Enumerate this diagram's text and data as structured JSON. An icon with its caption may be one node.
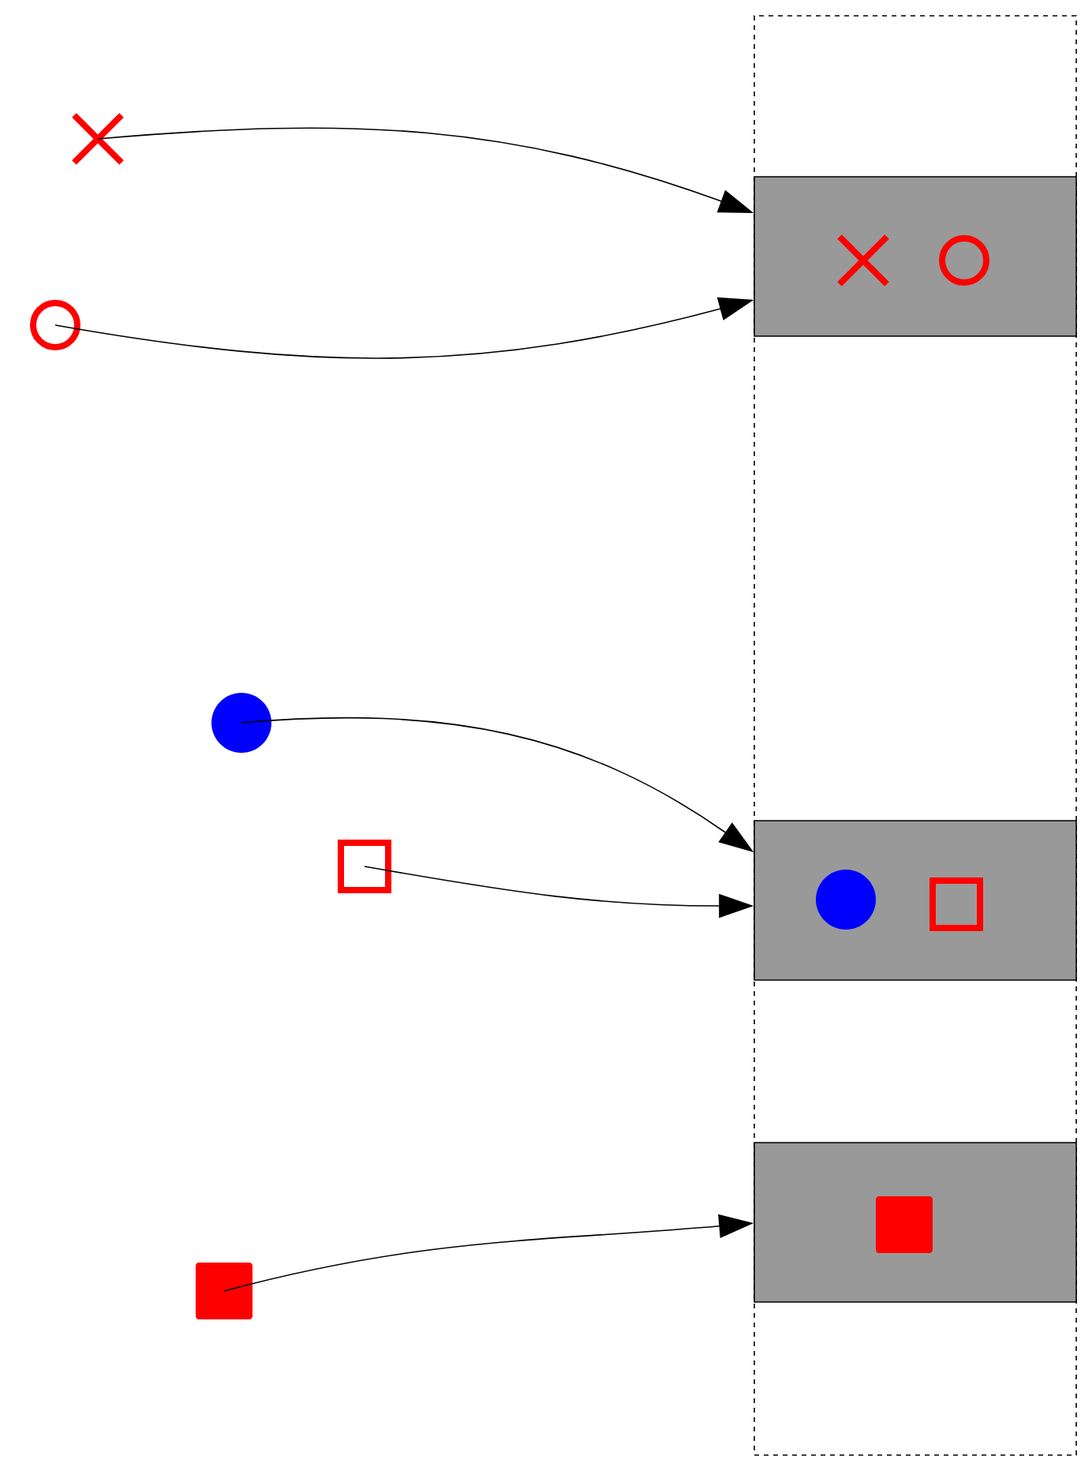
{
  "diagram": {
    "nodes": [
      {
        "text": [],
        "shape": "box"
      },
      {
        "text": [],
        "shape": "box",
        "in": 0
      },
      {
        "text": [],
        "shape": "box",
        "in": 0
      },
      {
        "text": [],
        "shape": "box",
        "in": 0
      },
      {
        "text": [],
        "shape": "cross"
      },
      {
        "text": [],
        "shape": "circle"
      },
      {
        "text": [],
        "shape": "circle"
      },
      {
        "text": [],
        "shape": "box"
      },
      {
        "text": [],
        "shape": "box"
      }
    ],
    "edges": [
      {
        "from": 4,
        "to": 1,
        "arrow": "to"
      },
      {
        "from": 5,
        "to": 1,
        "arrow": "to"
      },
      {
        "from": 6,
        "to": 2,
        "arrow": "to"
      },
      {
        "from": 7,
        "to": 2,
        "arrow": "to"
      },
      {
        "from": 8,
        "to": 3,
        "arrow": "to"
      }
    ]
  }
}
